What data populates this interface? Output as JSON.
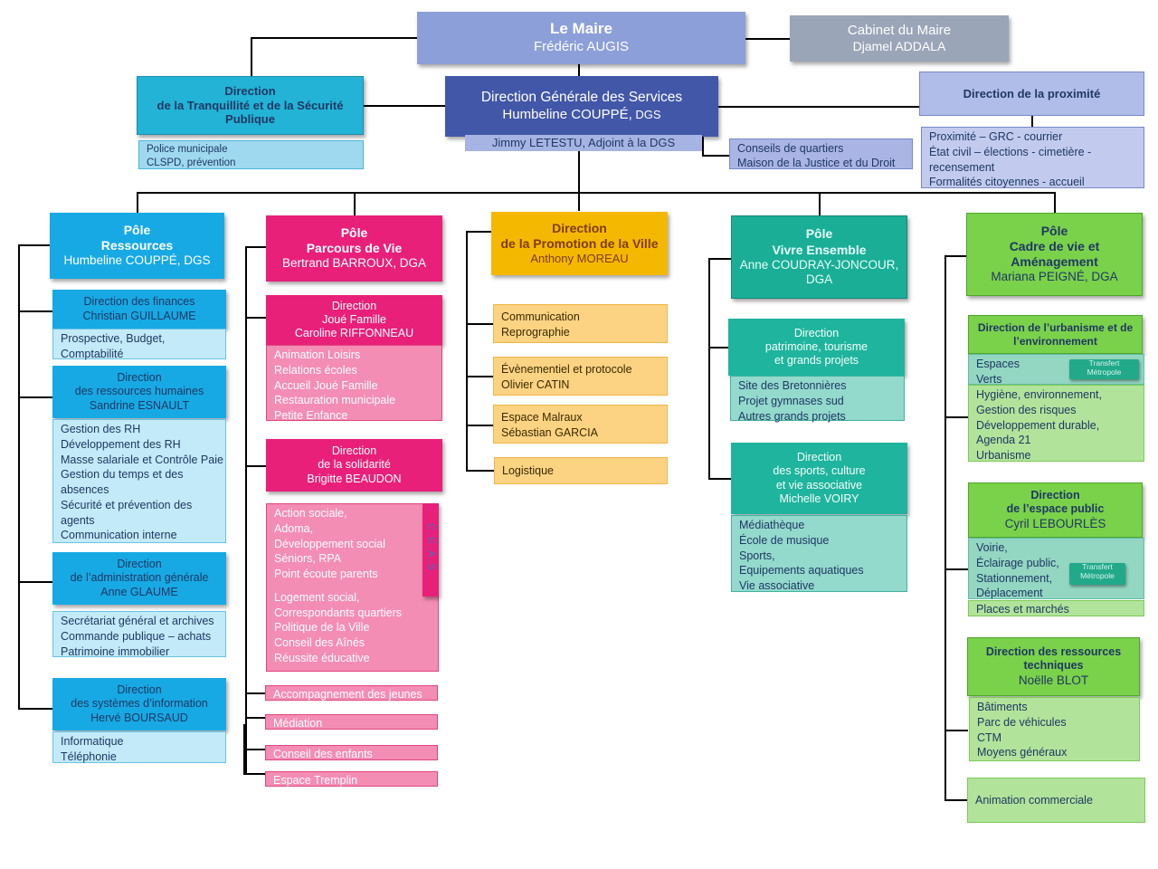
{
  "maire": {
    "title": "Le Maire",
    "name": "Frédéric AUGIS"
  },
  "cabinet": {
    "title": "Cabinet du Maire",
    "name": "Djamel ADDALA"
  },
  "dgs": {
    "title": "Direction Générale des Services",
    "name": "Humbeline COUPPÉ,",
    "role": " DGS",
    "adjoint": "Jimmy LETESTU, Adjoint à la DGS"
  },
  "tranquillite": {
    "l1": "Direction",
    "l2": "de la Tranquillité et de la Sécurité",
    "l3": "Publique",
    "items": [
      "Police municipale",
      "CLSPD, prévention"
    ]
  },
  "conseils": {
    "items": [
      "Conseils de quartiers",
      "Maison de la Justice et du Droit"
    ]
  },
  "proximite": {
    "title": "Direction de la proximité",
    "items": [
      "Proximité – GRC - courrier",
      "État civil – élections - cimetière -",
      "recensement",
      "Formalités citoyennes - accueil"
    ]
  },
  "ressources": {
    "l1": "Pôle",
    "l2": "Ressources",
    "l3": "Humbeline COUPPÉ, DGS",
    "finances": {
      "l1": "Direction des finances",
      "l2": "Christian GUILLAUME",
      "items": [
        "Prospective, Budget,",
        "Comptabilité"
      ]
    },
    "rh": {
      "l1": "Direction",
      "l2": "des ressources humaines",
      "l3": "Sandrine ESNAULT",
      "items": [
        "Gestion  des  RH",
        "Développement des  RH",
        "Masse salariale et Contrôle Paie",
        "Gestion du temps et des",
        "absences",
        "Sécurité et prévention des",
        "agents",
        "Communication interne"
      ]
    },
    "admin": {
      "l1": "Direction",
      "l2": "de l’administration générale",
      "l3": "Anne GLAUME",
      "items": [
        "Secrétariat général et archives",
        "Commande publique – achats",
        "Patrimoine immobilier"
      ]
    },
    "si": {
      "l1": "Direction",
      "l2": "des systèmes d’information",
      "l3": "Hervé BOURSAUD",
      "items": [
        "Informatique",
        "Téléphonie"
      ]
    }
  },
  "parcours": {
    "l1": "Pôle",
    "l2": "Parcours de Vie",
    "l3": "Bertrand BARROUX, DGA",
    "joue": {
      "l1": "Direction",
      "l2": "Joué Famille",
      "l3": "Caroline RIFFONNEAU",
      "items": [
        "Animation  Loisirs",
        "Relations écoles",
        "Accueil Joué Famille",
        "Restauration municipale",
        "Petite Enfance"
      ]
    },
    "solidarite": {
      "l1": "Direction",
      "l2": "de la solidarité",
      "l3": "Brigitte BEAUDON",
      "items1": [
        "Action sociale,",
        "Adoma,",
        "Développement social",
        "Séniors, RPA",
        "Point écoute parents"
      ],
      "items2": [
        "Logement social,",
        "Correspondants quartiers",
        "Politique de la Ville",
        "Conseil des Aînés",
        "Réussite éducative"
      ],
      "ccas": "C.C.A.S."
    },
    "jeunes": "Accompagnement des jeunes",
    "mediation": "Médiation",
    "enfants": "Conseil des enfants",
    "tremplin": "Espace  Tremplin"
  },
  "promotion": {
    "l1": "Direction",
    "l2": "de la Promotion de la Ville",
    "l3": "Anthony MOREAU",
    "b1": [
      "Communication",
      "Reprographie"
    ],
    "b2": [
      "Évènementiel et protocole",
      "Olivier CATIN"
    ],
    "b3": [
      "Espace Malraux",
      "Sébastian GARCIA"
    ],
    "b4": [
      "Logistique"
    ]
  },
  "vivre": {
    "l1": "Pôle",
    "l2": "Vivre Ensemble",
    "l3": "Anne COUDRAY-JONCOUR,",
    "l4": "DGA",
    "patrimoine": {
      "l1": "Direction",
      "l2": "patrimoine, tourisme",
      "l3": "et grands projets",
      "items": [
        "Site des Bretonnières",
        "Projet gymnases sud",
        "Autres grands projets"
      ]
    },
    "sports": {
      "l1": "Direction",
      "l2": "des sports, culture",
      "l3": "et vie associative",
      "l4": "Michelle VOIRY",
      "items": [
        "Médiathèque",
        "École de musique",
        "Sports,",
        "Equipements aquatiques",
        "Vie associative"
      ]
    }
  },
  "cadre": {
    "l1": "Pôle",
    "l2": "Cadre de vie et",
    "l3": "Aménagement",
    "l4": "Mariana  PEIGNÉ, DGA",
    "urba": {
      "l1": "Direction de l’urbanisme et de",
      "l2": "l’environnement",
      "espaces": [
        "Espaces",
        "Verts"
      ],
      "items": [
        "Hygiène, environnement,",
        "Gestion des  risques",
        "Développement durable,",
        "Agenda 21",
        "Urbanisme"
      ]
    },
    "espace": {
      "l1": "Direction",
      "l2": "de l’espace public",
      "l3": "Cyril LEBOURLÈS",
      "items": [
        "Voirie,",
        "Éclairage public,",
        "Stationnement,",
        "Déplacement"
      ],
      "places": "Places et marchés"
    },
    "techniques": {
      "l1": "Direction des ressources",
      "l2": "techniques",
      "l3": "Noëlle BLOT",
      "items": [
        "Bâtiments",
        "Parc de véhicules",
        "CTM",
        "Moyens généraux"
      ]
    },
    "animation": "Animation commerciale",
    "transfert": [
      "Transfert",
      "Métropole"
    ]
  }
}
